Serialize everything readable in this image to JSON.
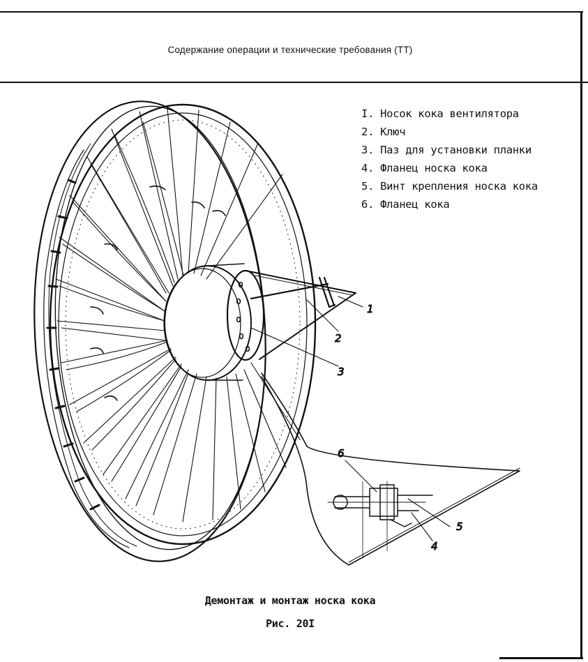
{
  "header": {
    "title": "Содержание операции и технические требования (ТТ)"
  },
  "legend": {
    "items": [
      "I. Носок кока вентилятора",
      "2. Ключ",
      "3. Паз для установки планки",
      "4. Фланец носка кока",
      "5. Винт крепления носка кока",
      "6. Фланец кока"
    ]
  },
  "figure": {
    "callouts": [
      "1",
      "2",
      "3",
      "4",
      "5",
      "6"
    ],
    "caption": "Демонтаж и монтаж носка кока",
    "number": "Рис. 20I"
  }
}
